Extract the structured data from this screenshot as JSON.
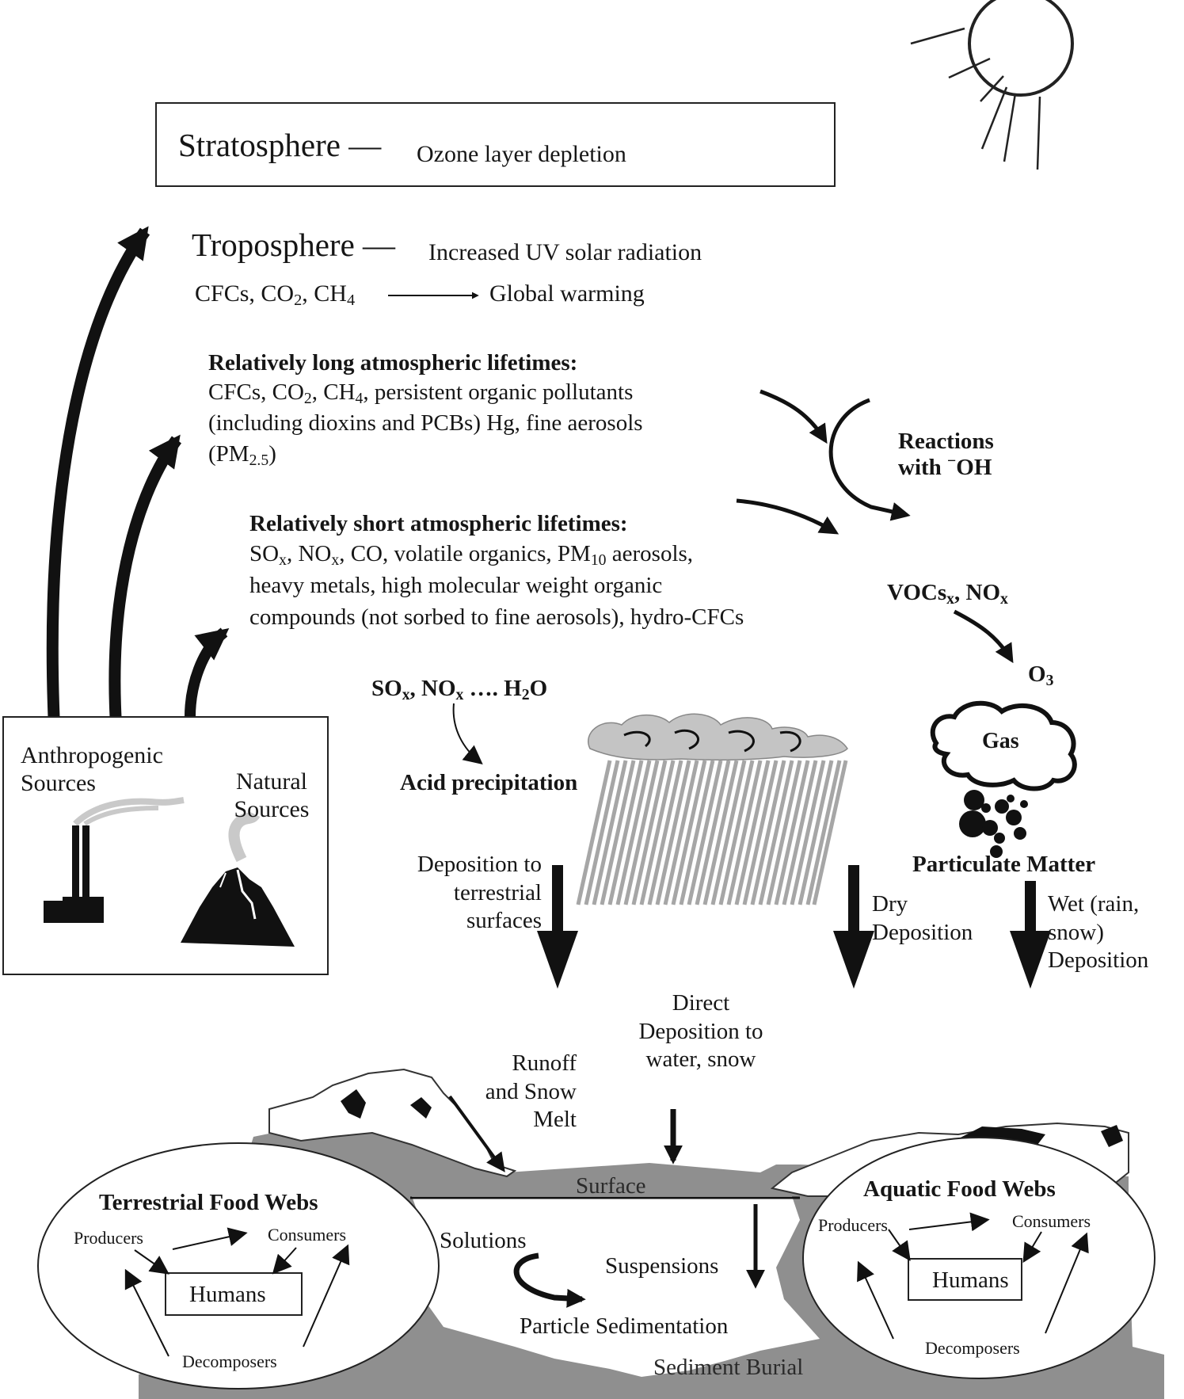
{
  "strato": {
    "name": "Stratosphere",
    "dash": "—",
    "effect": "Ozone layer depletion"
  },
  "tropo": {
    "name": "Troposphere",
    "dash": "—",
    "effect": "Increased UV solar radiation"
  },
  "warming": {
    "p1": "CFCs, CO",
    "s1": "2",
    "p2": ", CH",
    "s2": "4",
    "result": "Global warming"
  },
  "long_life": {
    "heading": "Relatively long atmospheric lifetimes:",
    "l1a": "CFCs, CO",
    "l1s1": "2",
    "l1b": ", CH",
    "l1s2": "4",
    "l1c": ", persistent organic pollutants",
    "l2": "(including dioxins and PCBs) Hg, fine aerosols",
    "l3a": "(PM",
    "l3s": "2.5",
    "l3b": ")"
  },
  "short_life": {
    "heading": "Relatively short atmospheric lifetimes:",
    "l1a": "SO",
    "l1s1": "x",
    "l1b": ", NO",
    "l1s2": "x",
    "l1c": ", CO, volatile organics, PM",
    "l1s3": "10",
    "l1d": " aerosols,",
    "l2": "heavy  metals, high molecular weight organic",
    "l3": "compounds (not sorbed to fine aerosols), hydro-CFCs"
  },
  "reactions": {
    "l1": "Reactions",
    "l2a": "with ",
    "l2sup": "−",
    "l2b": "OH"
  },
  "vocs": {
    "a": "VOCs",
    "s1": "x",
    "b": ", NO",
    "s2": "x"
  },
  "o3": {
    "a": "O",
    "s": "3"
  },
  "acid": {
    "a": "SO",
    "s1": "x",
    "b": ", NO",
    "s2": "x",
    "c": " …. H",
    "s3": "2",
    "d": "O",
    "result": "Acid precipitation"
  },
  "gas": "Gas",
  "particulate": "Particulate Matter",
  "sources": {
    "anthro_l1": "Anthropogenic",
    "anthro_l2": "Sources",
    "natural_l1": "Natural",
    "natural_l2": "Sources"
  },
  "deposition": {
    "terr_l1": "Deposition to",
    "terr_l2": "terrestrial",
    "terr_l3": "surfaces",
    "dry_l1": "Dry",
    "dry_l2": "Deposition",
    "wet_l1": "Wet (rain,",
    "wet_l2": "snow)",
    "wet_l3": "Deposition",
    "direct_l1": "Direct",
    "direct_l2": "Deposition to",
    "direct_l3": "water, snow",
    "runoff_l1": "Runoff",
    "runoff_l2": "and Snow",
    "runoff_l3": "Melt"
  },
  "water": {
    "surface": "Surface",
    "solutions": "Solutions",
    "suspensions": "Suspensions",
    "sedimentation": "Particle Sedimentation",
    "burial": "Sediment Burial"
  },
  "terrestrial_web": {
    "title": "Terrestrial Food Webs",
    "producers": "Producers",
    "consumers": "Consumers",
    "humans": "Humans",
    "decomposers": "Decomposers"
  },
  "aquatic_web": {
    "title": "Aquatic Food Webs",
    "producers": "Producers",
    "consumers": "Consumers",
    "humans": "Humans",
    "decomposers": "Decomposers"
  },
  "colors": {
    "ink": "#111111",
    "water_grey": "#8f8f8f",
    "rain_grey": "#a6a6a6",
    "cloud_grey": "#c4c4c4"
  }
}
